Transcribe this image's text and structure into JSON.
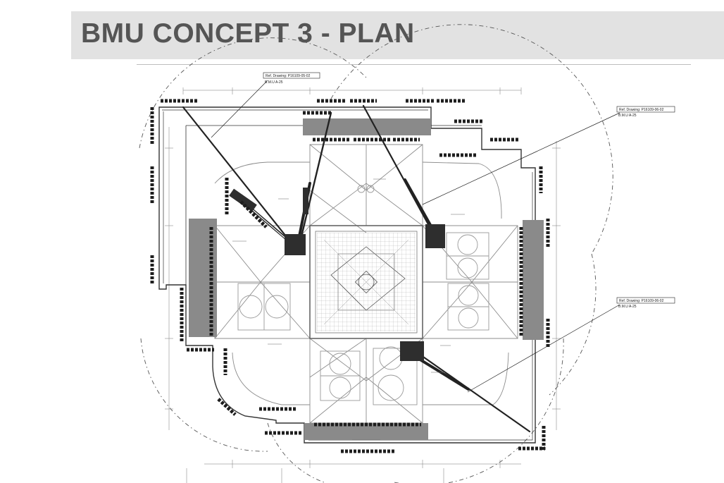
{
  "slide": {
    "title": "BMU CONCEPT 3 - PLAN"
  },
  "callouts": [
    {
      "ref": "Ref. Drawing:  P16109-05-02",
      "unit": "B.M.U A-25"
    },
    {
      "ref": "Ref. Drawing:  P16109-06-02",
      "unit": "B.M.U A-25"
    },
    {
      "ref": "Ref. Drawing:  P16109-06-02",
      "unit": "B.M.U A-25"
    }
  ],
  "colors": {
    "title_bar": "#e2e2e2",
    "title_text": "#555555",
    "linework": "#333333",
    "fill_dark": "#3a3a3a",
    "fill_grey": "#8a8a8a"
  }
}
